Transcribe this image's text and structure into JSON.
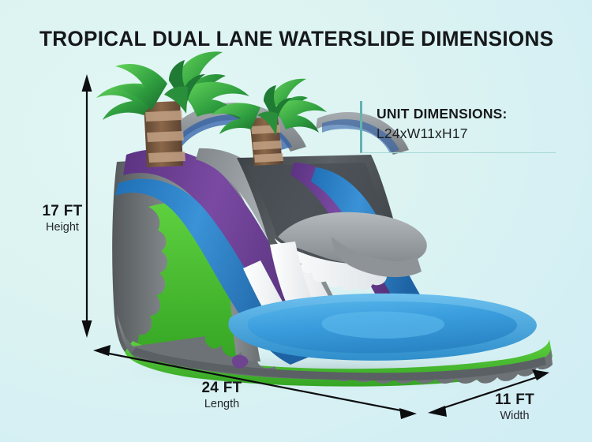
{
  "page": {
    "title": "TROPICAL DUAL LANE WATERSLIDE DIMENSIONS",
    "background_color": "#ddf4f2",
    "accent_color": "#63b3ae"
  },
  "callout": {
    "label": "UNIT DIMENSIONS:",
    "value": "L24xW11xH17"
  },
  "measurements": [
    {
      "id": "height",
      "value": "17 FT",
      "caption": "Height",
      "axis": "vertical"
    },
    {
      "id": "length",
      "value": "24 FT",
      "caption": "Length",
      "axis": "diagonal-left"
    },
    {
      "id": "width",
      "value": "11 FT",
      "caption": "Width",
      "axis": "diagonal-right"
    }
  ],
  "product": {
    "name": "Tropical Dual Lane Waterslide",
    "colors": {
      "purple": "#6e3f95",
      "blue": "#2f7ec4",
      "gray": "#9aa0a4",
      "green": "#4fc23a",
      "dark_gray": "#6d7276",
      "white": "#f2f4f5",
      "trunk_brown": "#7a5a41",
      "leaf_green": "#2f9e3f",
      "pool_blue": "#3aa0e0"
    }
  }
}
